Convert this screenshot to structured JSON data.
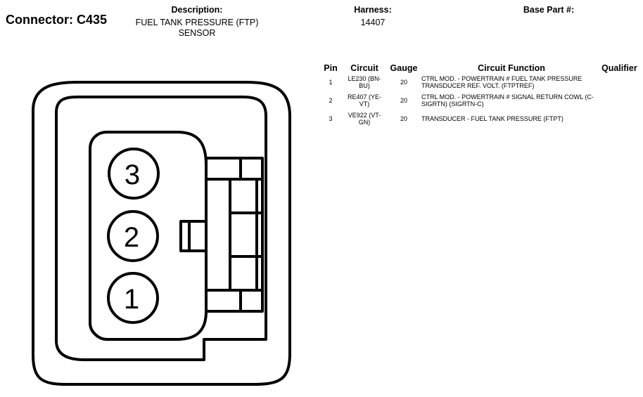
{
  "connector": {
    "label": "Connector: C435"
  },
  "header": {
    "description_label": "Description:",
    "description_value": "FUEL TANK PRESSURE (FTP) SENSOR",
    "harness_label": "Harness:",
    "harness_value": "14407",
    "base_part_label": "Base Part #:"
  },
  "table": {
    "columns": [
      "Pin",
      "Circuit",
      "Gauge",
      "Circuit Function",
      "Qualifier"
    ],
    "rows": [
      {
        "pin": "1",
        "circuit": "LE230 (BN-BU)",
        "gauge": "20",
        "function": "CTRL MOD. - POWERTRAIN # FUEL TANK PRESSURE TRANSDUCER REF. VOLT. (FTPTREF)",
        "qualifier": ""
      },
      {
        "pin": "2",
        "circuit": "RE407 (YE-VT)",
        "gauge": "20",
        "function": "CTRL MOD. - POWERTRAIN # SIGNAL RETURN COWL (C-SIGRTN) (SIGRTN-C)",
        "qualifier": ""
      },
      {
        "pin": "3",
        "circuit": "VE922 (VT-GN)",
        "gauge": "20",
        "function": "TRANSDUCER - FUEL TANK PRESSURE (FTPT)",
        "qualifier": ""
      }
    ]
  },
  "diagram": {
    "pins": [
      "3",
      "2",
      "1"
    ]
  }
}
